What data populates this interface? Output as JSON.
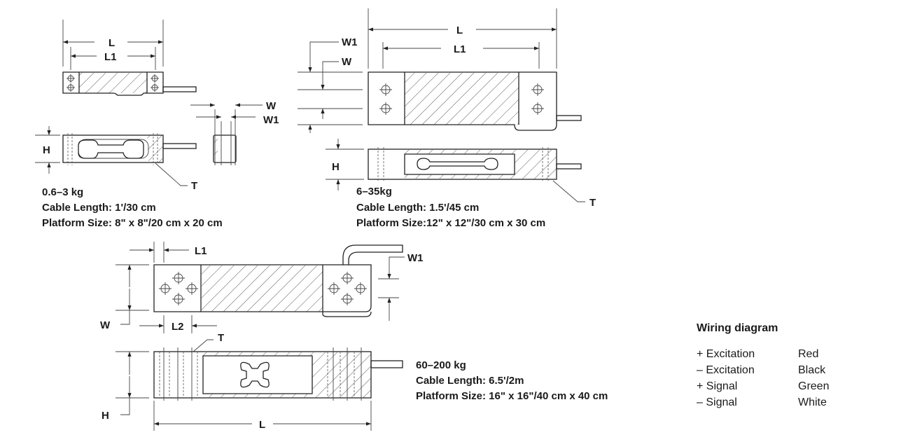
{
  "drawing_small": {
    "labels": {
      "L": "L",
      "L1": "L1",
      "W": "W",
      "W1": "W1",
      "H": "H",
      "T": "T"
    },
    "capacity": "0.6–3 kg",
    "cable": "Cable Length: 1'/30 cm",
    "platform": "Platform Size: 8\" x 8\"/20 cm x 20 cm"
  },
  "drawing_medium": {
    "labels": {
      "L": "L",
      "L1": "L1",
      "W": "W",
      "W1": "W1",
      "H": "H",
      "T": "T"
    },
    "capacity": "6–35kg",
    "cable": "Cable Length: 1.5'/45 cm",
    "platform": "Platform Size:12\" x 12\"/30 cm x 30 cm"
  },
  "drawing_large": {
    "labels": {
      "L": "L",
      "L1": "L1",
      "L2": "L2",
      "W": "W",
      "W1": "W1",
      "H": "H",
      "T": "T"
    },
    "capacity": "60–200 kg",
    "cable": "Cable Length: 6.5'/2m",
    "platform": "Platform Size: 16\" x 16\"/40 cm x 40 cm"
  },
  "wiring": {
    "title": "Wiring diagram",
    "rows": [
      {
        "signal": "+ Excitation",
        "color": "Red"
      },
      {
        "signal": "– Excitation",
        "color": "Black"
      },
      {
        "signal": "+ Signal",
        "color": "Green"
      },
      {
        "signal": "– Signal",
        "color": "White"
      }
    ]
  }
}
